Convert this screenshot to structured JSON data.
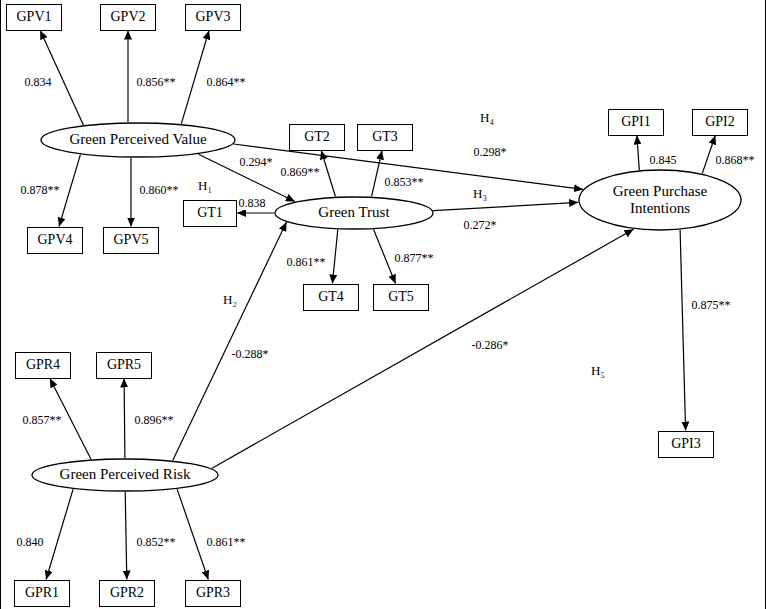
{
  "diagram": {
    "nodes": [
      {
        "text": [
          "GPV1"
        ]
      },
      {
        "text": [
          "GPV2"
        ]
      },
      {
        "text": [
          "GPV3"
        ]
      },
      {
        "text": [
          "GPI1"
        ]
      },
      {
        "text": [
          "GPI2"
        ]
      },
      {
        "text": [
          "Green Perceived Value"
        ]
      },
      {
        "text": [
          "GT2"
        ]
      },
      {
        "text": [
          "GT3"
        ]
      },
      {
        "text": [
          "GPV4"
        ]
      },
      {
        "text": [
          "GPV5"
        ]
      },
      {
        "text": [
          "GT1"
        ]
      },
      {
        "text": [
          "Green Trust"
        ]
      },
      {
        "text": [
          "Green Purchase Intentions"
        ]
      },
      {
        "text": [
          "GT4"
        ]
      },
      {
        "text": [
          "GT5"
        ]
      },
      {
        "text": [
          "GPR4"
        ]
      },
      {
        "text": [
          "GPR5"
        ]
      },
      {
        "text": [
          "GPI3"
        ]
      },
      {
        "text": [
          "Green Perceived Risk"
        ]
      },
      {
        "text": [
          "GPR1"
        ]
      },
      {
        "text": [
          "GPR2"
        ]
      },
      {
        "text": [
          "GPR3"
        ]
      }
    ],
    "edges": [
      {
        "from": 5,
        "to": 0,
        "label": "0.834",
        "arrow": "to"
      },
      {
        "from": 5,
        "to": 1,
        "label": "0.856**",
        "arrow": "to"
      },
      {
        "from": 5,
        "to": 2,
        "label": "0.864**",
        "arrow": "to"
      },
      {
        "from": 5,
        "to": 8,
        "label": "0.878**",
        "arrow": "to"
      },
      {
        "from": 5,
        "to": 9,
        "label": "0.860**",
        "arrow": "to"
      },
      {
        "from": 5,
        "to": 11,
        "label": "0.294*",
        "arrow": "to"
      },
      {
        "from": 5,
        "to": 12,
        "label": "0.298*",
        "arrow": "to"
      },
      {
        "from": 11,
        "to": 6,
        "label": "0.869**",
        "arrow": "to"
      },
      {
        "from": 11,
        "to": 7,
        "label": "0.853**",
        "arrow": "to"
      },
      {
        "from": 11,
        "to": 10,
        "label": "0.838",
        "arrow": "to"
      },
      {
        "from": 11,
        "to": 13,
        "label": "0.861**",
        "arrow": "to"
      },
      {
        "from": 11,
        "to": 14,
        "label": "0.877**",
        "arrow": "to"
      },
      {
        "from": 11,
        "to": 12,
        "label": "0.272*",
        "arrow": "to"
      },
      {
        "from": 12,
        "to": 3,
        "label": "0.845",
        "arrow": "to"
      },
      {
        "from": 12,
        "to": 4,
        "label": "0.868**",
        "arrow": "to"
      },
      {
        "from": 12,
        "to": 17,
        "label": "0.875**",
        "arrow": "to"
      },
      {
        "from": 18,
        "to": 15,
        "label": "0.857**",
        "arrow": "to"
      },
      {
        "from": 18,
        "to": 16,
        "label": "0.896**",
        "arrow": "to"
      },
      {
        "from": 18,
        "to": 11,
        "label": "-0.288*",
        "arrow": "to"
      },
      {
        "from": 18,
        "to": 12,
        "label": "-0.286*",
        "arrow": "to"
      },
      {
        "from": 18,
        "to": 19,
        "label": "0.840",
        "arrow": "to"
      },
      {
        "from": 18,
        "to": 20,
        "label": "0.852**",
        "arrow": "to"
      },
      {
        "from": 18,
        "to": 21,
        "label": "0.861**",
        "arrow": "to"
      }
    ],
    "labels": [
      "H₄",
      "H₁",
      "H₃",
      "H₂",
      "H₅"
    ]
  }
}
